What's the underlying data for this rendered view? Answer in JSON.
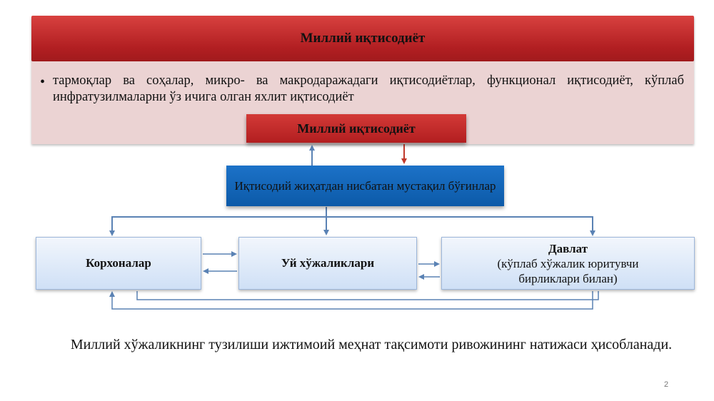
{
  "header": {
    "title": "Миллий иқтисодиёт"
  },
  "definition": {
    "text": "тармоқлар ва соҳалар, микро- ва макродаражадаги иқтисодиётлар, функционал иқтисодиёт, кўплаб инфратузилмаларни ўз ичига олган яхлит иқтисодиёт"
  },
  "diagram": {
    "center_label": "Миллий иқтисодиёт",
    "independent_units": "Иқтисодий жиҳатдан нисбатан мустақил бўғинлар",
    "enterprises": "Корхоналар",
    "households": "Уй хўжаликлари",
    "state_title": "Давлат",
    "state_subtitle": "(кўплаб хўжалик юритувчи бирликлари билан)"
  },
  "conclusion": "Миллий хўжаликнинг тузилиши ижтимоий меҳнат тақсимоти ривожининг натижаси ҳисобланади.",
  "page_number": "2",
  "colors": {
    "header_red": "#b21f22",
    "panel_pink": "#ebd3d3",
    "units_blue": "#0c5aa8",
    "box_light_blue": "#cfe0f6",
    "arrow_blue": "#5a82b4"
  }
}
